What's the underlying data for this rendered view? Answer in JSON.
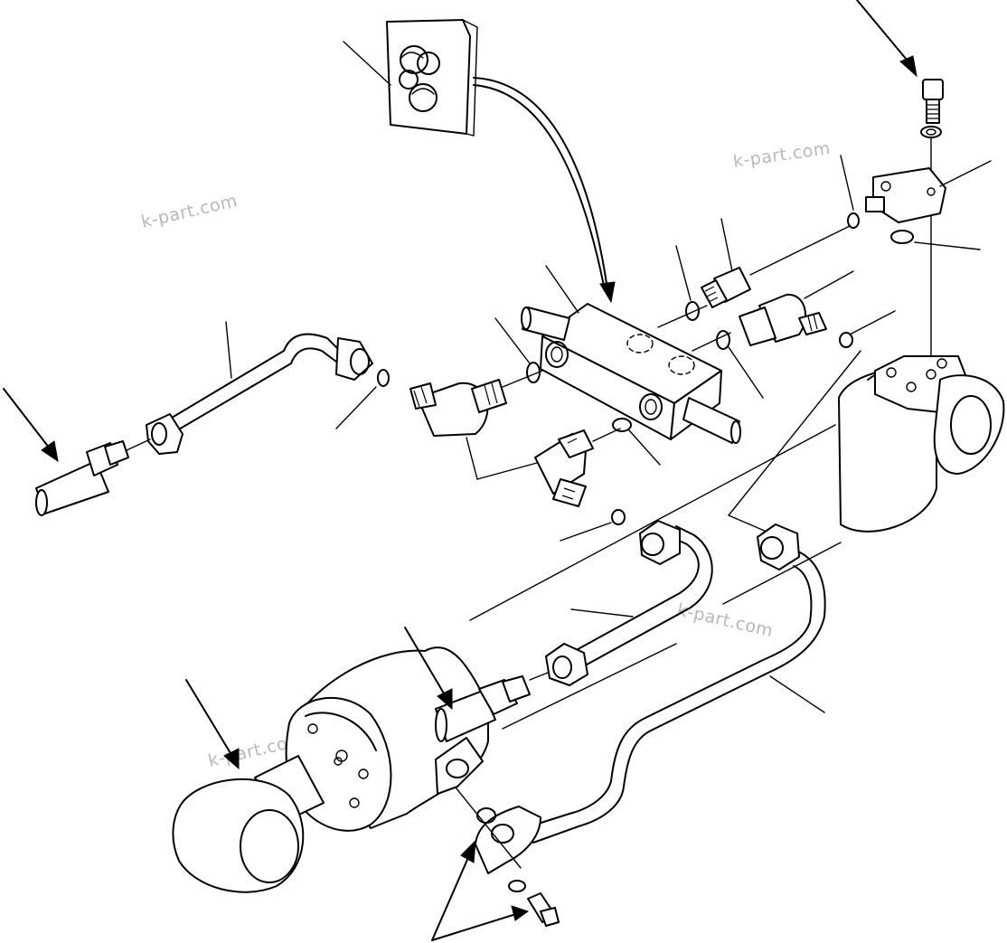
{
  "watermarks": [
    {
      "id": "wm-1",
      "text": "k-part.com"
    },
    {
      "id": "wm-2",
      "text": "k-part.com"
    },
    {
      "id": "wm-3",
      "text": "k-part.com"
    },
    {
      "id": "wm-4",
      "text": "k-part.com"
    }
  ],
  "parts": {
    "seal_kit": "seal-kit-icon",
    "valve_block": "valve-block",
    "cylinder_upper": "hydraulic-cylinder-upper",
    "cylinder_lower": "hydraulic-cylinder-lower",
    "tube_left": "hydraulic-tube-left",
    "tube_center": "hydraulic-tube-center",
    "tube_long": "hydraulic-tube-long",
    "elbow_fittings": "elbow-fitting",
    "o_rings": "o-ring",
    "bolts": "bolt",
    "flange": "split-flange"
  }
}
